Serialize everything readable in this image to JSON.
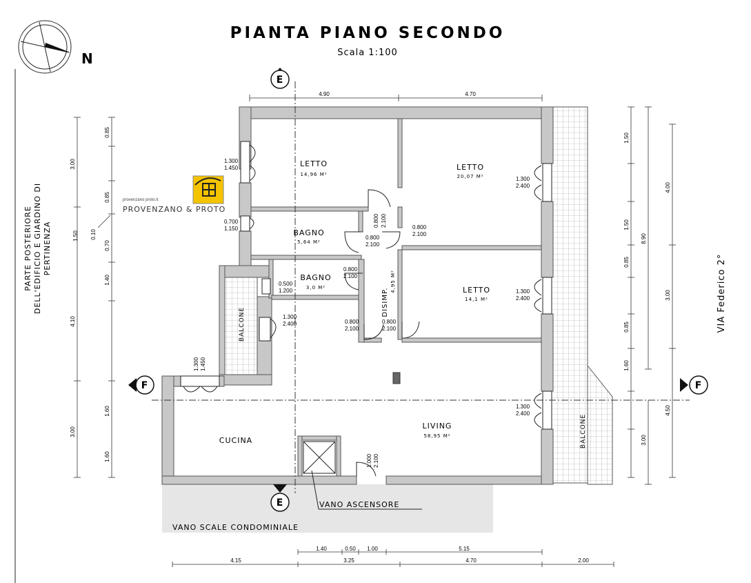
{
  "title": "PIANTA PIANO SECONDO",
  "scale": "Scala 1:100",
  "north_label": "N",
  "section_e": "E",
  "section_f": "F",
  "agency": {
    "url": "provenzano proto.it",
    "name": "PROVENZANO & PROTO"
  },
  "side_left": [
    "PARTE POSTERIORE",
    "DELL'EDIFICIO E GIARDINO DI",
    "PERTINENZA"
  ],
  "side_right": "VIA Federico 2°",
  "rooms": {
    "letto1": {
      "name": "LETTO",
      "area": "14,96 M²"
    },
    "letto2": {
      "name": "LETTO",
      "area": "20,07 M²"
    },
    "letto3": {
      "name": "LETTO",
      "area": "14,1 M²"
    },
    "bagno1": {
      "name": "BAGNO",
      "area": "5,64 M²"
    },
    "bagno2": {
      "name": "BAGNO",
      "area": "3,0 M²"
    },
    "disimp": {
      "name": "DISIMP.",
      "area": "4,95 M²"
    },
    "living": {
      "name": "LIVING",
      "area": "58,95 M²"
    },
    "cucina": {
      "name": "CUCINA"
    },
    "balcone_left": "BALCONE",
    "balcone_right": "BALCONE",
    "vano_ascensore": "VANO ASCENSORE",
    "vano_scale": "VANO SCALE CONDOMINIALE"
  },
  "openings": {
    "w_letto1": [
      "1.300",
      "1.450"
    ],
    "w_bagno1": [
      "0.700",
      "1.150"
    ],
    "w_bagno2": [
      "0.500",
      "1.200"
    ],
    "d_balcone": [
      "1.300",
      "2.400"
    ],
    "w_cucina": [
      "1.300",
      "1.450"
    ],
    "d_letto2": [
      "1.300",
      "2.400"
    ],
    "d_letto3": [
      "1.300",
      "2.400"
    ],
    "d_living": [
      "1.300",
      "2.400"
    ],
    "d_letto1_in": [
      "0.800",
      "2.100"
    ],
    "d_letto2_in": [
      "0.800",
      "2.100"
    ],
    "d_bagno1_in": [
      "0.800",
      "2.100"
    ],
    "d_bagno2_in": [
      "0.800",
      "2.100"
    ],
    "d_cucina_in": [
      "0.800",
      "2.100"
    ],
    "d_letto3_in": [
      "0.800",
      "2.100"
    ],
    "d_ingresso": [
      "1.000",
      "2.100"
    ]
  },
  "dims_top": [
    "4.90",
    "4.70"
  ],
  "dims_bottom_top": [
    "1.40",
    "0.50",
    "1.00",
    "5.15"
  ],
  "dims_bottom": [
    "4.15",
    "3.25",
    "4.70",
    "2.00"
  ],
  "dims_left_outer": [
    "3.00",
    "4.10",
    "3.00"
  ],
  "dims_left_inner": [
    "0.85",
    "0.85",
    "1.50",
    "0.70",
    "1.40",
    "1.60",
    "1.60"
  ],
  "dims_left_small": "0.10",
  "dims_right_inner": [
    "1.50",
    "1.50",
    "0.85",
    "0.85",
    "1.60",
    "3.00"
  ],
  "dims_right_mid": "8.90",
  "dims_right_outer": [
    "4.00",
    "3.00",
    "4.50"
  ]
}
